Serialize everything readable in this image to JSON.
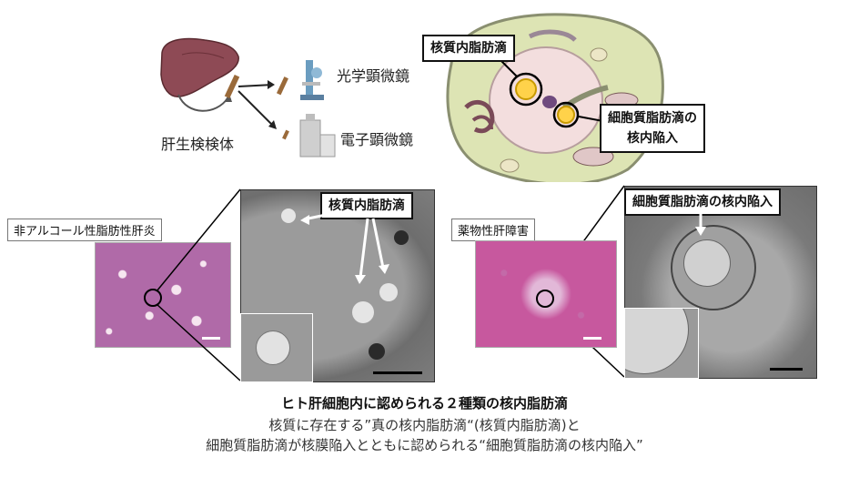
{
  "diagram": {
    "liver_label": "肝生検検体",
    "optical_label": "光学顕微鏡",
    "electron_label": "電子顕微鏡",
    "cell_label_nuclear": "核質内脂肪滴",
    "cell_label_cytoplasmic": "細胞質脂肪滴の\n核内陥入"
  },
  "left_panel": {
    "disease_tag": "非アルコール性脂肪性肝炎",
    "em_label": "核質内脂肪滴"
  },
  "right_panel": {
    "disease_tag": "薬物性肝障害",
    "em_label": "細胞質脂肪滴の核内陥入"
  },
  "caption": {
    "title": "ヒト肝細胞内に認められる２種類の核内脂肪滴",
    "line1": "核質に存在する”真の核内脂肪滴“(核質内脂肪滴)と",
    "line2": "細胞質脂肪滴が核膜陥入とともに認められる“細胞質脂肪滴の核内陥入”"
  }
}
